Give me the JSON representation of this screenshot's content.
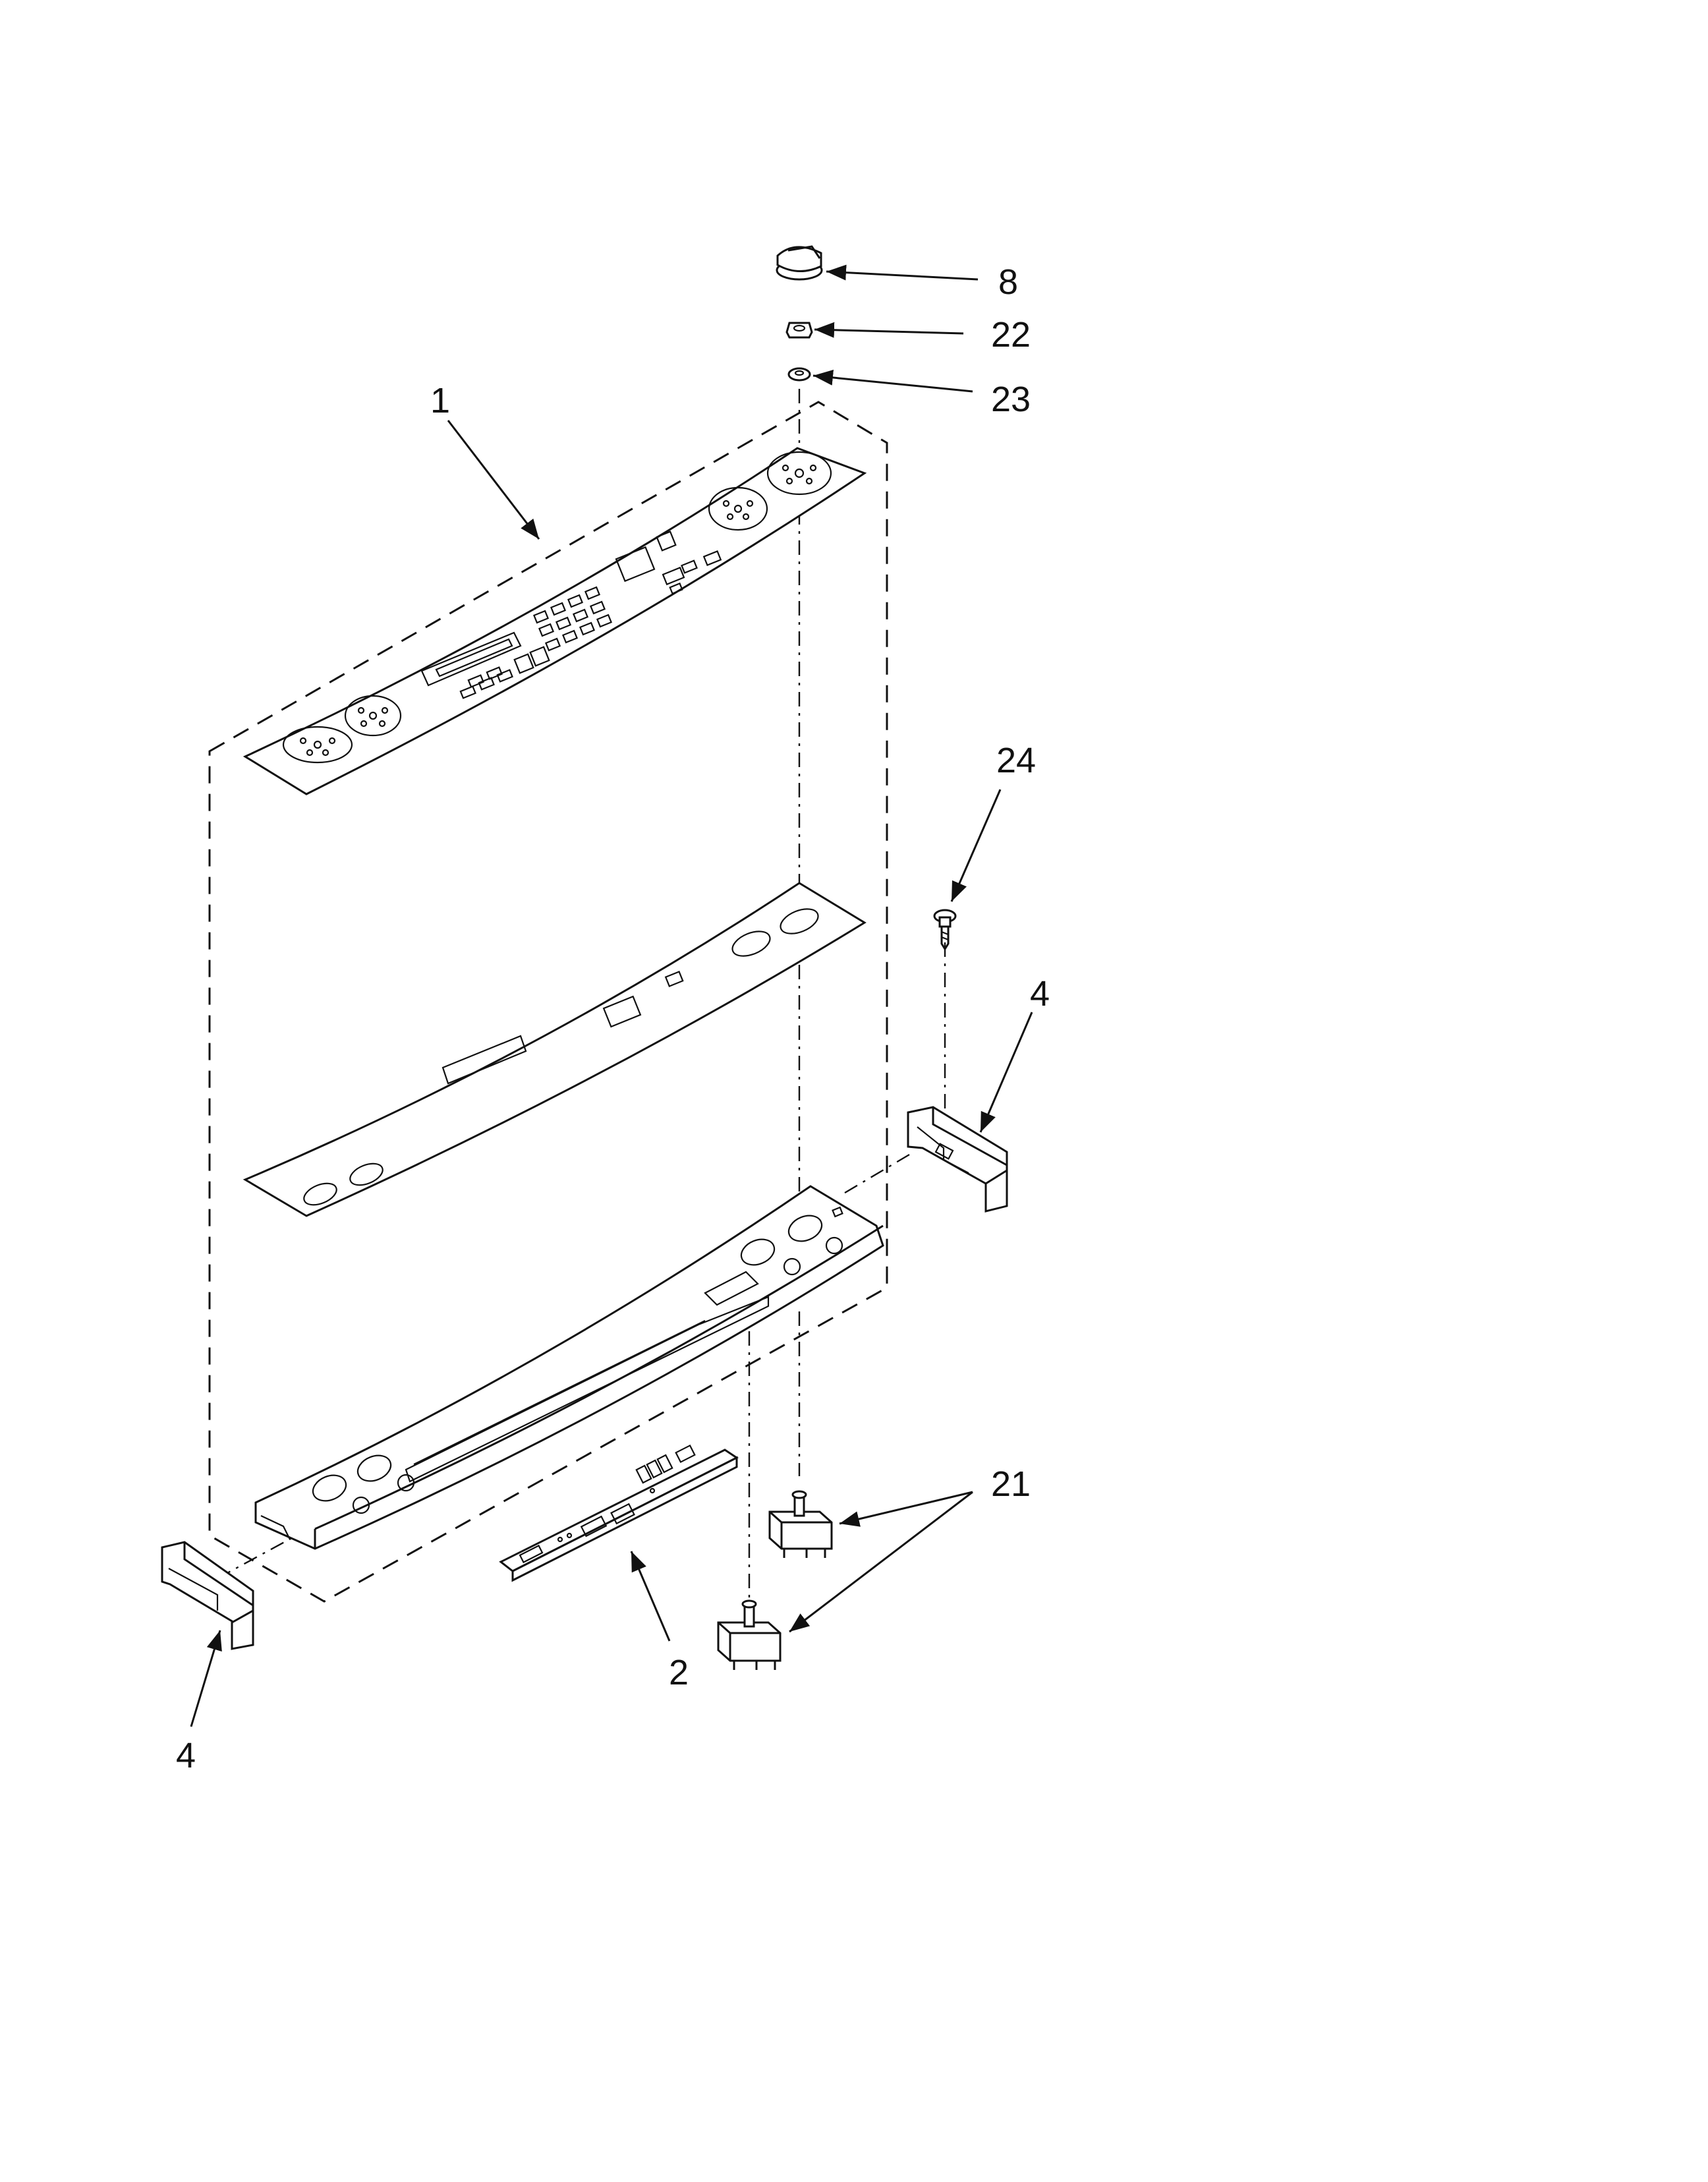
{
  "diagram": {
    "callouts": [
      {
        "id": "c1",
        "label": "1"
      },
      {
        "id": "c2",
        "label": "2"
      },
      {
        "id": "c4a",
        "label": "4"
      },
      {
        "id": "c4b",
        "label": "4"
      },
      {
        "id": "c8",
        "label": "8"
      },
      {
        "id": "c21",
        "label": "21"
      },
      {
        "id": "c22",
        "label": "22"
      },
      {
        "id": "c23",
        "label": "23"
      },
      {
        "id": "c24",
        "label": "24"
      }
    ]
  }
}
